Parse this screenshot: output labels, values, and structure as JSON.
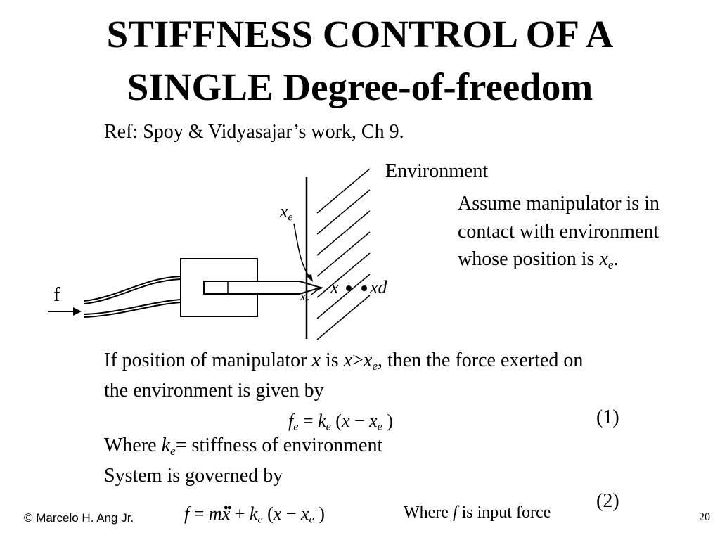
{
  "slide": {
    "title_line1": "STIFFNESS CONTROL OF A",
    "title_line2": "SINGLE Degree-of-freedom",
    "reference": "Ref: Spoy & Vidyasajar’s work, Ch 9.",
    "footer_author": "© Marcelo H. Ang Jr.",
    "page_number": "20"
  },
  "diagram": {
    "environment_label": "Environment",
    "force_label": "f",
    "xe_var": "x",
    "xe_sub": "e",
    "x_label": "x",
    "xd_label": "xd"
  },
  "assumption": {
    "line1": "Assume manipulator is in",
    "line2": "contact with environment",
    "line3_prefix": "whose position is ",
    "var": "x",
    "sub": "e",
    "suffix": "."
  },
  "body": {
    "if_p1": "If position of manipulator ",
    "if_var_x": "x",
    "if_p2": " is ",
    "if_var_x2": "x",
    "if_gt": ">",
    "if_var_xe": "x",
    "if_sub_e": "e",
    "if_p3": ", then the force exerted on",
    "line2": "the environment is given by",
    "where_prefix": "Where ",
    "where_var": "k",
    "where_sub": "e",
    "where_suffix": "= stiffness of  environment",
    "governed": "System is governed by"
  },
  "equation1": {
    "lhs": "f",
    "lhs_sub": "e",
    "eq": " = ",
    "k": "k",
    "k_sub": "e",
    "open": " (",
    "x": "x",
    "minus": " − ",
    "xe": "x",
    "xe_sub": "e",
    "close": " )",
    "number": "(1)"
  },
  "equation2": {
    "f": "f",
    "eq": " = ",
    "m": "m",
    "x": "x",
    "plus": " + ",
    "k": "k",
    "k_sub": "e",
    "open": " (",
    "x2": "x",
    "minus": " − ",
    "xe": "x",
    "xe_sub": "e",
    "close": " )",
    "ddot": "••",
    "number": "(2)",
    "note_prefix": "Where ",
    "note_var": "f",
    "note_suffix": " is input force"
  }
}
